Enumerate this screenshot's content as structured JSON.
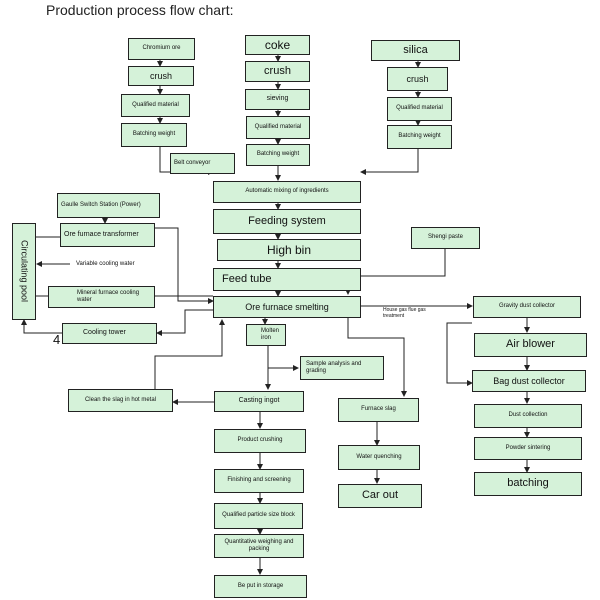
{
  "title": "Production process flow chart:",
  "nodes": {
    "chromium_ore": "Chromium ore",
    "crush_left": "crush",
    "qualified_left": "Qualified material",
    "batching_left": "Batching weight",
    "coke": "coke",
    "crush_mid": "crush",
    "sieving": "sieving",
    "qualified_mid": "Qualified material",
    "batching_mid": "Batching weight",
    "silica": "silica",
    "crush_right": "crush",
    "qualified_right": "Qualified material",
    "batching_right": "Batching weight",
    "belt_conveyor": "Belt conveyor",
    "auto_mixing": "Automatic mixing of ingredients",
    "feeding_system": "Feeding system",
    "high_bin": "High bin",
    "feed_tube": "Feed tube",
    "ore_furnace_smelting": "Ore furnace smelting",
    "gaulle_switch": "Gaulle Switch Station (Power)",
    "ore_furnace_transformer": "Ore furnace transformer",
    "variable_cooling_water": "Variable cooling water",
    "circulating_pool": "Circulating pool",
    "mineral_cooling_water": "Mineral furnace cooling water",
    "cooling_tower": "Cooling tower",
    "number_4": "4",
    "molten_iron": "Molten iron",
    "sample_analysis": "Sample analysis and grading",
    "casting_ingot": "Casting ingot",
    "clean_slag": "Clean the slag in hot metal",
    "furnace_slag": "Furnace slag",
    "water_quenching": "Water quenching",
    "car_out": "Car out",
    "product_crushing": "Product crushing",
    "finishing_screening": "Finishing and screening",
    "qualified_particle": "Qualified particle size block",
    "quantitative_weighing": "Quantitative weighing and packing",
    "be_put_in_storage": "Be put in storage",
    "shengi_paste": "Shengi paste",
    "house_gas": "House gas flue gas treatment",
    "gravity_dust": "Gravity dust collector",
    "air_blower": "Air blower",
    "bag_dust": "Bag dust collector",
    "dust_collection": "Dust collection",
    "powder_sintering": "Powder sintering",
    "batching": "batching"
  }
}
